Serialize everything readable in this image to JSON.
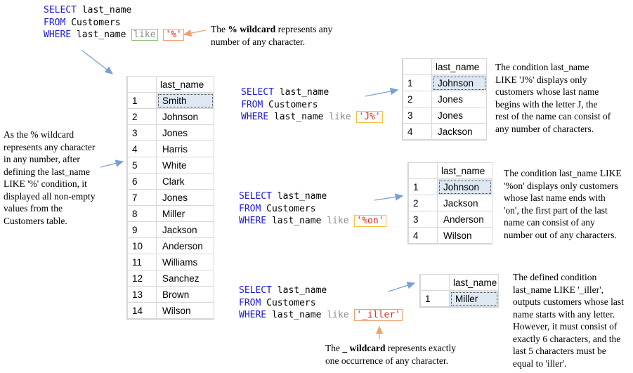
{
  "queries": {
    "q1": {
      "select": "SELECT",
      "select_col": " last_name",
      "from": "FROM",
      "from_tbl": " Customers",
      "where": "WHERE",
      "where_col": " last_name ",
      "like": "like",
      "pattern": "'%'"
    },
    "q2": {
      "select": "SELECT",
      "select_col": " last_name",
      "from": "FROM",
      "from_tbl": " Customers",
      "where": "WHERE",
      "where_col": " last_name ",
      "like": "like",
      "pattern": "'J%'"
    },
    "q3": {
      "select": "SELECT",
      "select_col": " last_name",
      "from": "FROM",
      "from_tbl": " Customers",
      "where": "WHERE",
      "where_col": " last_name ",
      "like": "like",
      "pattern": "'%on'"
    },
    "q4": {
      "select": "SELECT",
      "select_col": " last_name",
      "from": "FROM",
      "from_tbl": " Customers",
      "where": "WHERE",
      "where_col": " last_name ",
      "like": "like",
      "pattern": "'_iller'"
    }
  },
  "notes": {
    "pct_wildcard_pre": "The ",
    "pct_wildcard_bold": "% wildcard",
    "pct_wildcard_post": " represents any",
    "pct_wildcard_line2": "number of any character.",
    "left_lines": [
      "As the % wildcard",
      "represents any character",
      "in any number, after",
      "defining the last_name",
      "LIKE '%' condition, it",
      "displayed all non-empty",
      "values from the",
      "Customers table."
    ],
    "j_lines": [
      "The condition last_name",
      "LIKE 'J%' displays only",
      "customers whose last name",
      "begins with the letter J, the",
      "rest of the name can consist of",
      "any number of characters."
    ],
    "on_lines": [
      "The condition last_name LIKE",
      "'%on' displays only customers",
      "whose last name ends with",
      "'on', the first part of the last",
      "name can consist of any",
      "number out of any characters."
    ],
    "iller_lines": [
      "The defined condition",
      "last_name LIKE '_iller',",
      "outputs customers whose last",
      "name starts with any letter.",
      "However, it must consist of",
      "exactly 6 characters, and the",
      "last 5 characters must be",
      "equal to 'iller'."
    ],
    "underscore_pre": "The ",
    "underscore_bold": "_ wildcard",
    "underscore_post": " represents exactly",
    "underscore_line2": "one occurrence of any character."
  },
  "grids": {
    "header": "last_name",
    "all": [
      [
        "1",
        "Smith"
      ],
      [
        "2",
        "Johnson"
      ],
      [
        "3",
        "Jones"
      ],
      [
        "4",
        "Harris"
      ],
      [
        "5",
        "White"
      ],
      [
        "6",
        "Clark"
      ],
      [
        "7",
        "Jones"
      ],
      [
        "8",
        "Miller"
      ],
      [
        "9",
        "Jackson"
      ],
      [
        "10",
        "Anderson"
      ],
      [
        "11",
        "Williams"
      ],
      [
        "12",
        "Sanchez"
      ],
      [
        "13",
        "Brown"
      ],
      [
        "14",
        "Wilson"
      ]
    ],
    "j": [
      [
        "1",
        "Johnson"
      ],
      [
        "2",
        "Jones"
      ],
      [
        "3",
        "Jones"
      ],
      [
        "4",
        "Jackson"
      ]
    ],
    "on": [
      [
        "1",
        "Johnson"
      ],
      [
        "2",
        "Jackson"
      ],
      [
        "3",
        "Anderson"
      ],
      [
        "4",
        "Wilson"
      ]
    ],
    "iller": [
      [
        "1",
        "Miller"
      ]
    ]
  },
  "colors": {
    "keyword": "#1a1ad6",
    "string": "#d62a1a",
    "operator": "#8a8a8a",
    "arrow_blue": "#7a9fd6",
    "arrow_orange": "#f0a070"
  }
}
